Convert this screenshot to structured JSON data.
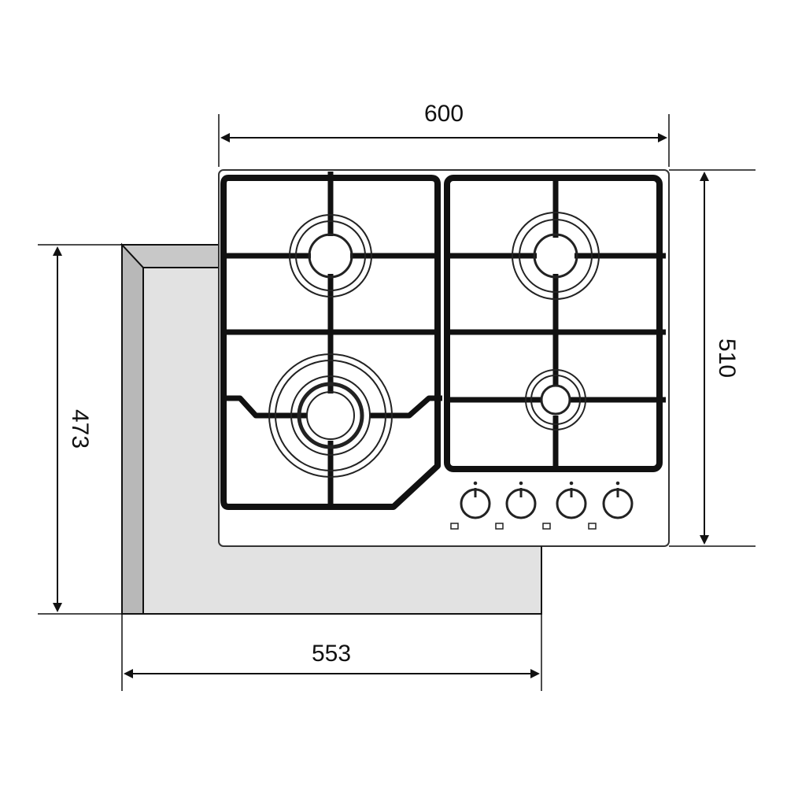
{
  "dimensions": {
    "width_top": "600",
    "depth_right": "510",
    "depth_left": "473",
    "width_bottom": "553"
  },
  "colors": {
    "line": "#111111",
    "cutout_fill": "#e2e2e2",
    "cutout_side": "#b8b8b8",
    "hob_fill": "#ffffff",
    "grate": "#111111"
  },
  "burners": [
    {
      "name": "burner-rear-left"
    },
    {
      "name": "burner-rear-right"
    },
    {
      "name": "burner-front-left-wok"
    },
    {
      "name": "burner-front-right"
    }
  ],
  "knobs": [
    {
      "name": "knob-1"
    },
    {
      "name": "knob-2"
    },
    {
      "name": "knob-3"
    },
    {
      "name": "knob-4"
    }
  ]
}
